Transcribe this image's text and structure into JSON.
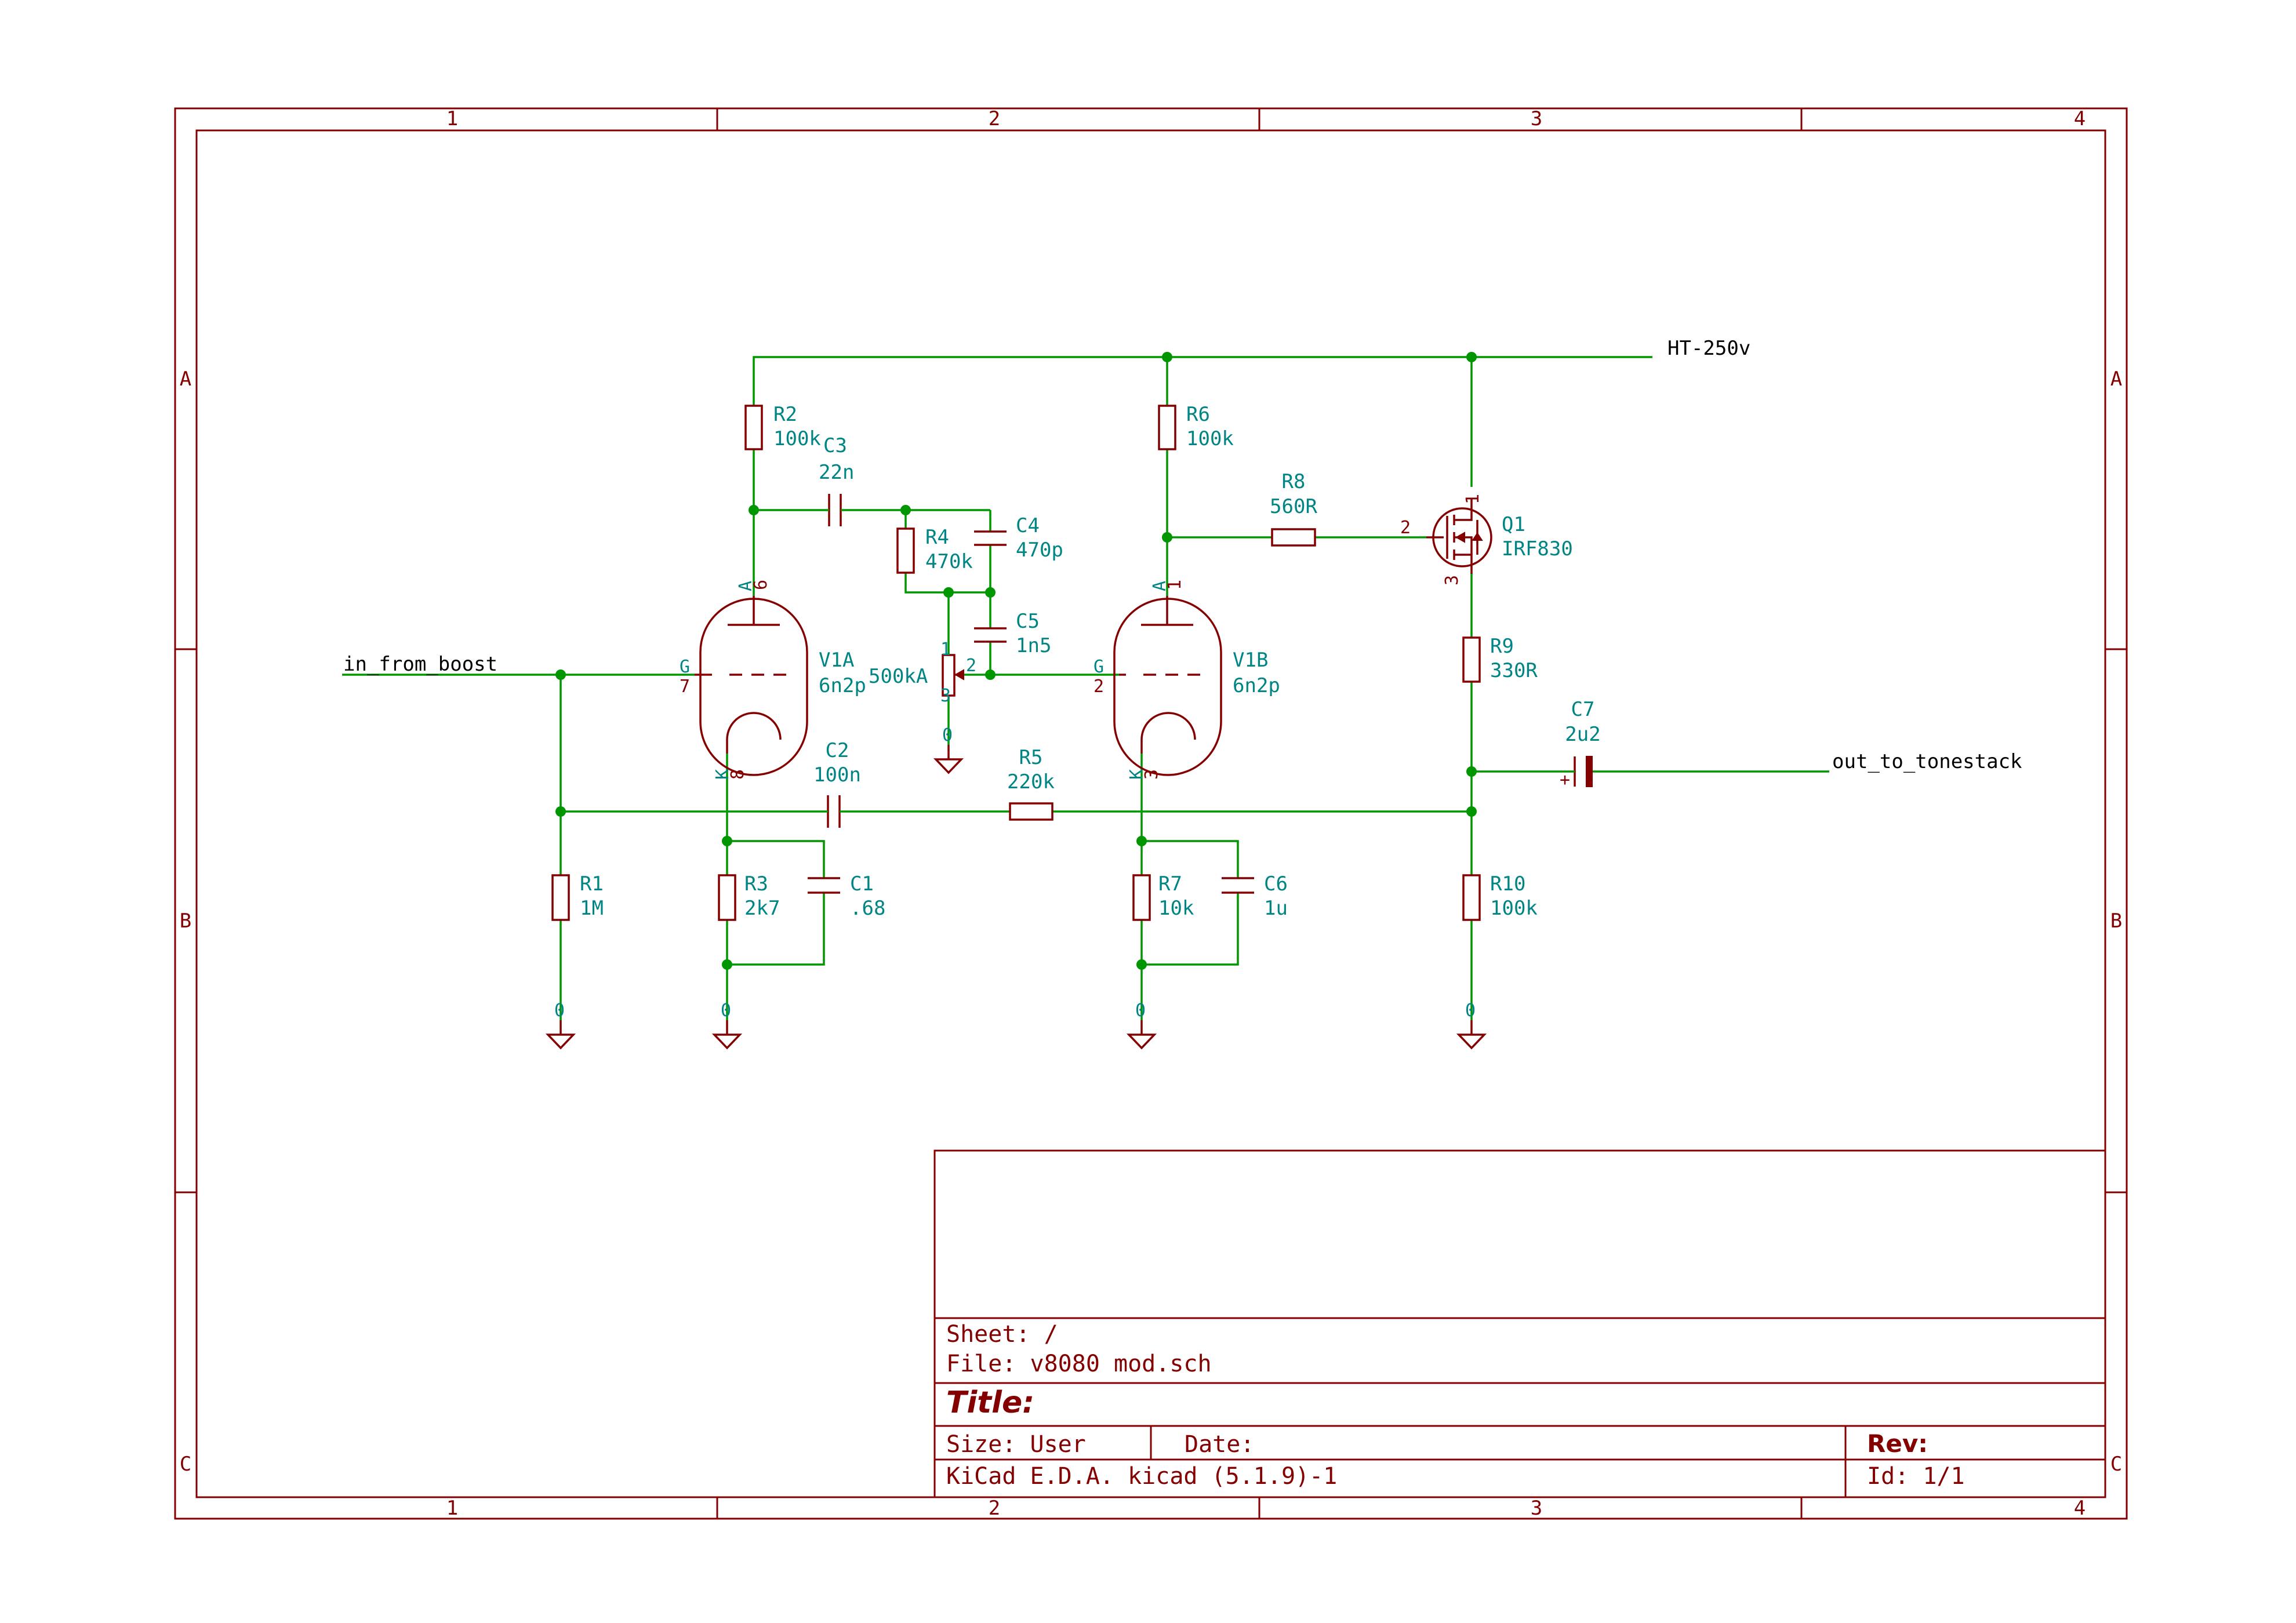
{
  "frame": {
    "columns": [
      "1",
      "2",
      "3",
      "4"
    ],
    "rows": [
      "A",
      "B",
      "C"
    ]
  },
  "title_block": {
    "sheet": "Sheet: /",
    "file": "File: v8080 mod.sch",
    "title": "Title:",
    "size": "Size: User",
    "date": "Date:",
    "rev": "Rev:",
    "generator": "KiCad E.D.A.  kicad (5.1.9)-1",
    "id": "Id: 1/1"
  },
  "labels": {
    "in": "in_from_boost",
    "out": "out_to_tonestack",
    "ht": "HT-250v"
  },
  "components": {
    "R1": {
      "ref": "R1",
      "value": "1M"
    },
    "R2": {
      "ref": "R2",
      "value": "100k"
    },
    "R3": {
      "ref": "R3",
      "value": "2k7"
    },
    "R4": {
      "ref": "R4",
      "value": "470k"
    },
    "R5": {
      "ref": "R5",
      "value": "220k"
    },
    "R6": {
      "ref": "R6",
      "value": "100k"
    },
    "R7": {
      "ref": "R7",
      "value": "10k"
    },
    "R8": {
      "ref": "R8",
      "value": "560R"
    },
    "R9": {
      "ref": "R9",
      "value": "330R"
    },
    "R10": {
      "ref": "R10",
      "value": "100k"
    },
    "C1": {
      "ref": "C1",
      "value": ".68"
    },
    "C2": {
      "ref": "C2",
      "value": "100n"
    },
    "C3": {
      "ref": "C3",
      "value": "22n"
    },
    "C4": {
      "ref": "C4",
      "value": "470p"
    },
    "C5": {
      "ref": "C5",
      "value": "1n5"
    },
    "C6": {
      "ref": "C6",
      "value": "1u"
    },
    "C7": {
      "ref": "C7",
      "value": "2u2"
    },
    "V1A": {
      "ref": "V1A",
      "value": "6n2p"
    },
    "V1B": {
      "ref": "V1B",
      "value": "6n2p"
    },
    "Q1": {
      "ref": "Q1",
      "value": "IRF830"
    },
    "POT": {
      "value": "500kA"
    }
  },
  "pins": {
    "v1a_anode": "A",
    "v1a_anode_num": "6",
    "v1a_grid": "G",
    "v1a_grid_num": "7",
    "v1a_cathode": "K",
    "v1a_cathode_num": "8",
    "v1b_anode": "A",
    "v1b_anode_num": "1",
    "v1b_grid": "G",
    "v1b_grid_num": "2",
    "v1b_cathode": "K",
    "v1b_cathode_num": "3",
    "q1_d": "1",
    "q1_g": "2",
    "q1_s": "3",
    "pot_1": "1",
    "pot_2": "2",
    "pot_3": "3",
    "c7_plus": "+",
    "gnd": "0"
  }
}
